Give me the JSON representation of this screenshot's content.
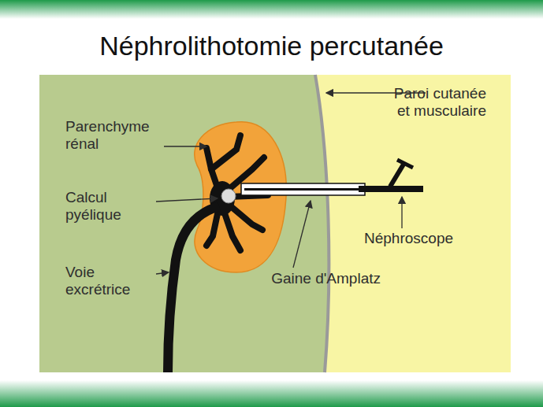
{
  "diagram": {
    "title": "Néphrolithotomie percutanée",
    "labels": [
      "Paroi cutanée et musculaire",
      "Parenchyme rénal",
      "Calcul pyélique",
      "Néphroscope",
      "Voie excrétrice",
      "Gaine d'Amplatz"
    ]
  }
}
